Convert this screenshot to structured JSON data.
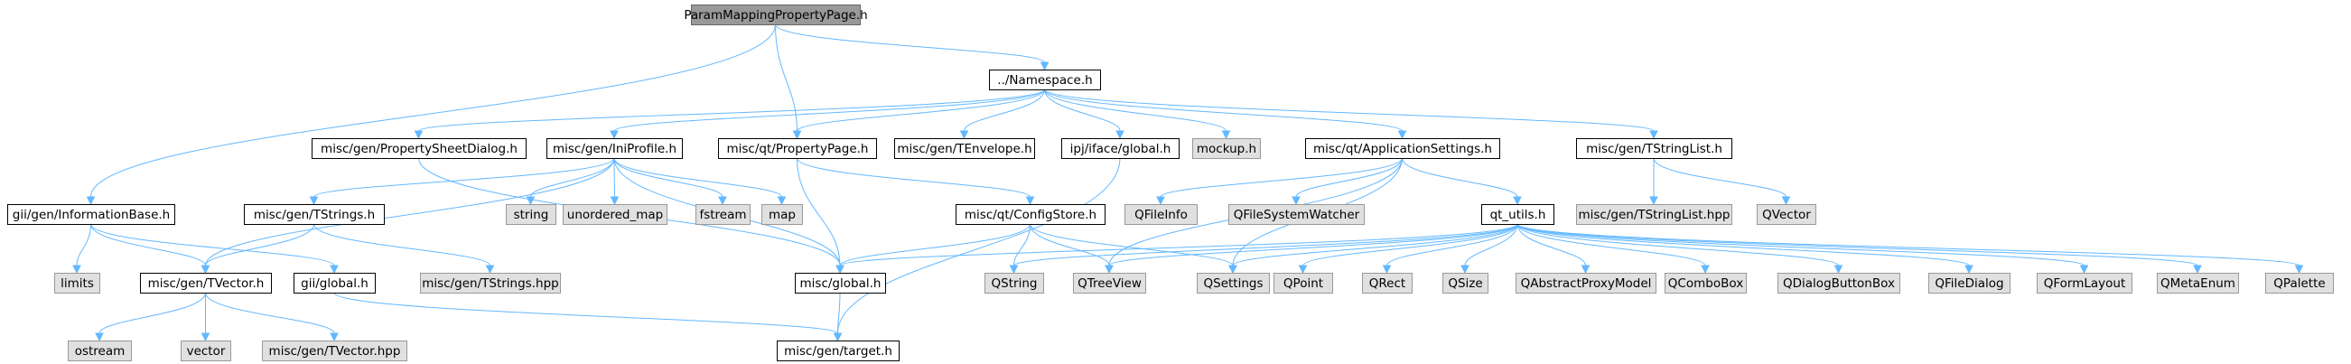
{
  "colors": {
    "edge": "#63b8ff",
    "root_fill": "#999999",
    "root_stroke": "#666666",
    "file_fill": "#ffffff",
    "file_stroke": "#000000",
    "external_fill": "#e0e0e0",
    "external_stroke": "#999999",
    "text": "#000000",
    "external_text": "#000000"
  },
  "nodes": [
    {
      "id": "root",
      "label": "ParamMappingPropertyPage.h",
      "kind": "root"
    },
    {
      "id": "ns",
      "label": "../Namespace.h",
      "kind": "file"
    },
    {
      "id": "infobase",
      "label": "gii/gen/InformationBase.h",
      "kind": "file"
    },
    {
      "id": "propsheet",
      "label": "misc/gen/PropertySheetDialog.h",
      "kind": "file"
    },
    {
      "id": "iniprofile",
      "label": "misc/gen/IniProfile.h",
      "kind": "file"
    },
    {
      "id": "proppage",
      "label": "misc/qt/PropertyPage.h",
      "kind": "file"
    },
    {
      "id": "tenvelope",
      "label": "misc/gen/TEnvelope.h",
      "kind": "file"
    },
    {
      "id": "ipjglobal",
      "label": "ipj/iface/global.h",
      "kind": "file"
    },
    {
      "id": "mockup",
      "label": "mockup.h",
      "kind": "external"
    },
    {
      "id": "appsettings",
      "label": "misc/qt/ApplicationSettings.h",
      "kind": "file"
    },
    {
      "id": "tstringlist",
      "label": "misc/gen/TStringList.h",
      "kind": "file"
    },
    {
      "id": "limits",
      "label": "limits",
      "kind": "external"
    },
    {
      "id": "tvector",
      "label": "misc/gen/TVector.h",
      "kind": "file"
    },
    {
      "id": "giiglobal",
      "label": "gii/global.h",
      "kind": "file"
    },
    {
      "id": "miscglobal",
      "label": "misc/global.h",
      "kind": "file"
    },
    {
      "id": "tstrings",
      "label": "misc/gen/TStrings.h",
      "kind": "file"
    },
    {
      "id": "string",
      "label": "string",
      "kind": "external"
    },
    {
      "id": "unordered_map",
      "label": "unordered_map",
      "kind": "external"
    },
    {
      "id": "fstream",
      "label": "fstream",
      "kind": "external"
    },
    {
      "id": "map",
      "label": "map",
      "kind": "external"
    },
    {
      "id": "configstore",
      "label": "misc/qt/ConfigStore.h",
      "kind": "file"
    },
    {
      "id": "qtutils",
      "label": "qt_utils.h",
      "kind": "file"
    },
    {
      "id": "qfileinfo",
      "label": "QFileInfo",
      "kind": "external"
    },
    {
      "id": "qfsw",
      "label": "QFileSystemWatcher",
      "kind": "external"
    },
    {
      "id": "qsettings",
      "label": "QSettings",
      "kind": "external"
    },
    {
      "id": "qtreeview",
      "label": "QTreeView",
      "kind": "external"
    },
    {
      "id": "tstringlisthpp",
      "label": "misc/gen/TStringList.hpp",
      "kind": "external"
    },
    {
      "id": "qvector",
      "label": "QVector",
      "kind": "external"
    },
    {
      "id": "ostream",
      "label": "ostream",
      "kind": "external"
    },
    {
      "id": "vector",
      "label": "vector",
      "kind": "external"
    },
    {
      "id": "tvectorhpp",
      "label": "misc/gen/TVector.hpp",
      "kind": "external"
    },
    {
      "id": "tstringshpp",
      "label": "misc/gen/TStrings.hpp",
      "kind": "external"
    },
    {
      "id": "target",
      "label": "misc/gen/target.h",
      "kind": "file"
    },
    {
      "id": "qstring",
      "label": "QString",
      "kind": "external"
    },
    {
      "id": "qpoint",
      "label": "QPoint",
      "kind": "external"
    },
    {
      "id": "qrect",
      "label": "QRect",
      "kind": "external"
    },
    {
      "id": "qsize",
      "label": "QSize",
      "kind": "external"
    },
    {
      "id": "qapm",
      "label": "QAbstractProxyModel",
      "kind": "external"
    },
    {
      "id": "qcombobox",
      "label": "QComboBox",
      "kind": "external"
    },
    {
      "id": "qdbb",
      "label": "QDialogButtonBox",
      "kind": "external"
    },
    {
      "id": "qfiledialog",
      "label": "QFileDialog",
      "kind": "external"
    },
    {
      "id": "qformlayout",
      "label": "QFormLayout",
      "kind": "external"
    },
    {
      "id": "qmetaenum",
      "label": "QMetaEnum",
      "kind": "external"
    },
    {
      "id": "qpalette",
      "label": "QPalette",
      "kind": "external"
    }
  ],
  "edges": [
    [
      "root",
      "ns"
    ],
    [
      "root",
      "infobase"
    ],
    [
      "root",
      "proppage"
    ],
    [
      "ns",
      "propsheet"
    ],
    [
      "ns",
      "iniprofile"
    ],
    [
      "ns",
      "proppage"
    ],
    [
      "ns",
      "tenvelope"
    ],
    [
      "ns",
      "ipjglobal"
    ],
    [
      "ns",
      "mockup"
    ],
    [
      "ns",
      "appsettings"
    ],
    [
      "ns",
      "tstringlist"
    ],
    [
      "infobase",
      "limits"
    ],
    [
      "infobase",
      "tvector"
    ],
    [
      "infobase",
      "giiglobal"
    ],
    [
      "propsheet",
      "miscglobal"
    ],
    [
      "iniprofile",
      "tvector"
    ],
    [
      "iniprofile",
      "tstrings"
    ],
    [
      "iniprofile",
      "string"
    ],
    [
      "iniprofile",
      "unordered_map"
    ],
    [
      "iniprofile",
      "fstream"
    ],
    [
      "iniprofile",
      "map"
    ],
    [
      "iniprofile",
      "miscglobal"
    ],
    [
      "proppage",
      "miscglobal"
    ],
    [
      "proppage",
      "configstore"
    ],
    [
      "ipjglobal",
      "target"
    ],
    [
      "appsettings",
      "qfileinfo"
    ],
    [
      "appsettings",
      "qfsw"
    ],
    [
      "appsettings",
      "qtutils"
    ],
    [
      "appsettings",
      "qsettings"
    ],
    [
      "appsettings",
      "qtreeview"
    ],
    [
      "tstringlist",
      "tstringlisthpp"
    ],
    [
      "tstringlist",
      "qvector"
    ],
    [
      "tvector",
      "ostream"
    ],
    [
      "tvector",
      "vector"
    ],
    [
      "tvector",
      "tvectorhpp"
    ],
    [
      "giiglobal",
      "target"
    ],
    [
      "miscglobal",
      "target"
    ],
    [
      "tstrings",
      "tvector"
    ],
    [
      "tstrings",
      "tstringshpp"
    ],
    [
      "configstore",
      "miscglobal"
    ],
    [
      "configstore",
      "qstring"
    ],
    [
      "configstore",
      "qtreeview"
    ],
    [
      "configstore",
      "qsettings"
    ],
    [
      "qtutils",
      "miscglobal"
    ],
    [
      "qtutils",
      "qstring"
    ],
    [
      "qtutils",
      "qtreeview"
    ],
    [
      "qtutils",
      "qsettings"
    ],
    [
      "qtutils",
      "qpoint"
    ],
    [
      "qtutils",
      "qrect"
    ],
    [
      "qtutils",
      "qsize"
    ],
    [
      "qtutils",
      "qapm"
    ],
    [
      "qtutils",
      "qcombobox"
    ],
    [
      "qtutils",
      "qdbb"
    ],
    [
      "qtutils",
      "qfiledialog"
    ],
    [
      "qtutils",
      "qformlayout"
    ],
    [
      "qtutils",
      "qmetaenum"
    ],
    [
      "qtutils",
      "qpalette"
    ]
  ]
}
